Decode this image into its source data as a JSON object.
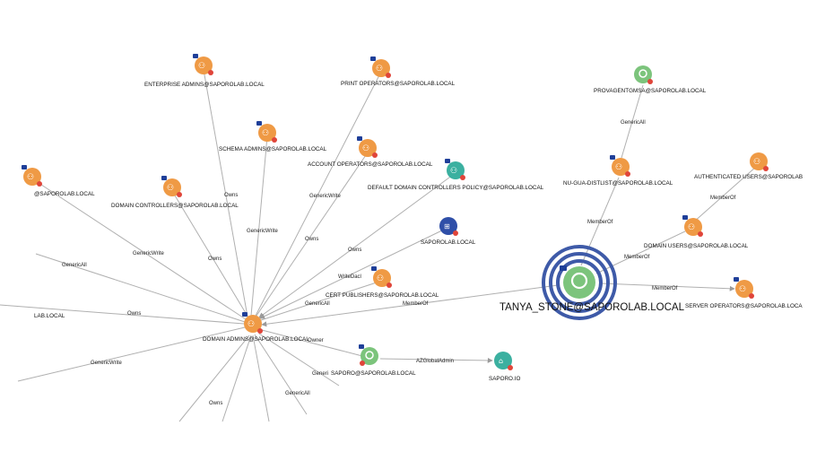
{
  "colors": {
    "group": "#ef9a45",
    "gpo": "#3bb0a0",
    "domain": "#2f4fa8",
    "user": "#7cc47c",
    "target_ring": "#3e5aa8",
    "edge": "#b0b0b0",
    "badge_blue": "#1f3f99",
    "badge_red": "#e0453a"
  },
  "nodes": [
    {
      "id": "enterprise-admins",
      "label": "ENTERPRISE ADMINS@SAPOROLAB.LOCAL",
      "kind": "group",
      "icon": "group-icon"
    },
    {
      "id": "print-operators",
      "label": "PRINT OPERATORS@SAPOROLAB.LOCAL",
      "kind": "group",
      "icon": "group-icon"
    },
    {
      "id": "schema-admins",
      "label": "SCHEMA ADMINS@SAPOROLAB.LOCAL",
      "kind": "group",
      "icon": "group-icon"
    },
    {
      "id": "account-operators",
      "label": "ACCOUNT OPERATORS@SAPOROLAB.LOCAL",
      "kind": "group",
      "icon": "group-icon"
    },
    {
      "id": "default-dc-policy",
      "label": "DEFAULT DOMAIN CONTROLLERS POLICY@SAPOROLAB.LOCAL",
      "kind": "gpo",
      "icon": "gpo-icon"
    },
    {
      "id": "left-group",
      "label": "@SAPOROLAB.LOCAL",
      "kind": "group",
      "icon": "group-icon"
    },
    {
      "id": "domain-controllers",
      "label": "DOMAIN CONTROLLERS@SAPOROLAB.LOCAL",
      "kind": "group",
      "icon": "group-icon"
    },
    {
      "id": "saporolab-domain",
      "label": "SAPOROLAB.LOCAL",
      "kind": "domain",
      "icon": "domain-icon"
    },
    {
      "id": "cert-publishers",
      "label": "CERT PUBLISHERS@SAPOROLAB.LOCAL",
      "kind": "group",
      "icon": "group-icon"
    },
    {
      "id": "domain-admins",
      "label": "DOMAIN ADMINS@SAPOROLAB.LOCAL",
      "kind": "group",
      "icon": "group-icon"
    },
    {
      "id": "saporo-user",
      "label": "SAPORO@SAPOROLAB.LOCAL",
      "kind": "user",
      "icon": "user-icon"
    },
    {
      "id": "saporo-io",
      "label": "SAPORO.IO",
      "kind": "gpo",
      "icon": "cloud-tenant-icon"
    },
    {
      "id": "tanya-stone",
      "label": "TANYA_STONE@SAPOROLAB.LOCAL",
      "kind": "target",
      "icon": "user-icon"
    },
    {
      "id": "provagentgmsa",
      "label": "PROVAGENTGMSA@SAPOROLAB.LOCAL",
      "kind": "user",
      "icon": "user-icon"
    },
    {
      "id": "nu-gua-distlist",
      "label": "NU-GUA-DISTLIST@SAPOROLAB.LOCAL",
      "kind": "group",
      "icon": "group-icon"
    },
    {
      "id": "authenticated-users",
      "label": "AUTHENTICATED USERS@SAPOROLAB",
      "kind": "group",
      "icon": "group-icon"
    },
    {
      "id": "domain-users",
      "label": "DOMAIN USERS@SAPOROLAB.LOCAL",
      "kind": "group",
      "icon": "group-icon"
    },
    {
      "id": "server-operators",
      "label": "SERVER OPERATORS@SAPOROLAB.LOCA",
      "kind": "group",
      "icon": "group-icon"
    }
  ],
  "offscreen_labels": [
    {
      "id": "lab-local",
      "label": "LAB.LOCAL"
    }
  ],
  "edge_labels": [
    {
      "id": "e-owns-1",
      "label": "Owns"
    },
    {
      "id": "e-genericwrite-1",
      "label": "GenericWrite"
    },
    {
      "id": "e-genericwrite-2",
      "label": "GenericWrite"
    },
    {
      "id": "e-owns-2",
      "label": "Owns"
    },
    {
      "id": "e-owns-3",
      "label": "Owns"
    },
    {
      "id": "e-owns-4",
      "label": "Owns"
    },
    {
      "id": "e-genericall-1",
      "label": "GenericAll"
    },
    {
      "id": "e-genericwrite-3",
      "label": "GenericWrite"
    },
    {
      "id": "e-owns-5",
      "label": "Owns"
    },
    {
      "id": "e-writedacl",
      "label": "WriteDacl"
    },
    {
      "id": "e-genericall-2",
      "label": "GenericAll"
    },
    {
      "id": "e-memberof-1",
      "label": "MemberOf"
    },
    {
      "id": "e-genericwrite-4",
      "label": "GenericWrite"
    },
    {
      "id": "e-owner",
      "label": "Owner"
    },
    {
      "id": "e-generic-partial",
      "label": "Generi"
    },
    {
      "id": "e-genericall-3",
      "label": "GenericAll"
    },
    {
      "id": "e-owns-6",
      "label": "Owns"
    },
    {
      "id": "e-azglobaladmin",
      "label": "AZGlobalAdmin"
    },
    {
      "id": "e-genericall-4",
      "label": "GenericAll"
    },
    {
      "id": "e-memberof-2",
      "label": "MemberOf"
    },
    {
      "id": "e-memberof-3",
      "label": "MemberOf"
    },
    {
      "id": "e-memberof-4",
      "label": "MemberOf"
    },
    {
      "id": "e-memberof-5",
      "label": "MemberOf"
    }
  ]
}
